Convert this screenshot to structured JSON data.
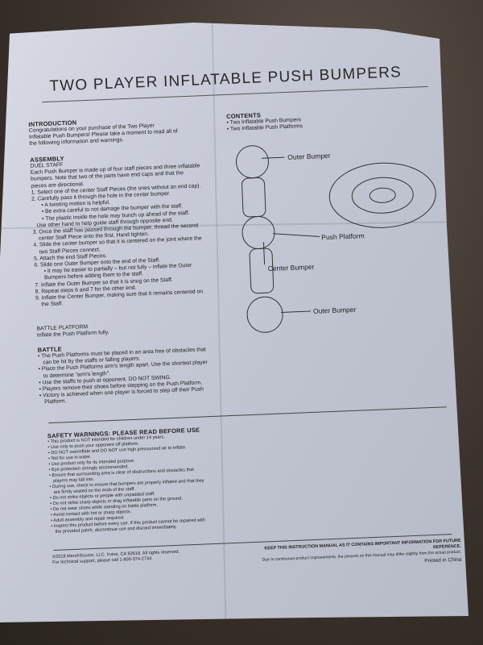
{
  "title": "TWO PLAYER INFLATABLE PUSH BUMPERS",
  "intro": {
    "heading": "INTRODUCTION",
    "lines": [
      "Congratulations on your purchase of the Two Player",
      "Inflatable Push Bumpers! Please take a moment to read all of",
      "the following information and warnings."
    ]
  },
  "contents": {
    "heading": "CONTENTS",
    "items": [
      "• Two Inflatable Push Bumpers",
      "• Two Inflatable Push Platforms"
    ]
  },
  "assembly": {
    "heading": "ASSEMBLY",
    "subheading": "DUEL STAFF",
    "lines": [
      "Each Push Bumper is made up of four staff pieces and three inflatable",
      "bumpers. Note that two of the parts have end caps and that the",
      "pieces are directional.",
      "1. Select one of the center Staff Pieces (the ones without an end cap).",
      "2. Carefully pass it through the hole in the center bumper.",
      "• A twisting motion is helpful.",
      "• Be extra careful to not damage the bumper with the staff.",
      "• The plastic inside the hole may bunch up ahead of the staff.",
      "Use other hand to help guide staff through opposite end.",
      "3. Once the staff has passed through the bumper, thread the second",
      "center Staff Piece onto the first. Hand tighten.",
      "4. Slide the center bumper so that it is centered on the joint where the",
      "two Staff Pieces connect.",
      "5. Attach the end Staff Pieces.",
      "6. Slide one Outer Bumper onto the end of the Staff.",
      "• It may be easier to partially – but not fully – inflate the Outer",
      "Bumpers before adding them to the staff.",
      "7. Inflate the Outer Bumper so that it is snug on the Staff.",
      "8. Repeat steps 6 and 7 for the other end.",
      "9. Inflate the Center Bumper, making sure that it remains centered on",
      "the Staff."
    ]
  },
  "battle_platform": {
    "heading": "BATTLE PLATFORM",
    "text": "Inflate the Push Platform fully."
  },
  "battle": {
    "heading": "BATTLE",
    "lines": [
      "• The Push Platforms must be placed in an area free of obstacles that",
      "can be hit by the staffs or falling players.",
      "• Place the Push Platforms arm's length apart. Use the shortest player",
      "to determine \"arm's length\".",
      "• Use the staffs to push at opponent. DO NOT SWING.",
      "• Players remove their shoes before stepping on the Push Platform.",
      "• Victory is achieved when one player is forced to step off their Push",
      "Platform."
    ]
  },
  "diagram": {
    "outer_bumper_top": "Outer Bumper",
    "push_platform": "Push Platform",
    "center_bumper": "Center Bumper",
    "outer_bumper_bottom": "Outer Bumper"
  },
  "safety": {
    "heading": "SAFETY WARNINGS: PLEASE READ BEFORE USE",
    "lines": [
      "• This product is NOT intended for children under 14 years.",
      "• Use only to push your opponent off platform.",
      "• DO NOT overinflate and DO NOT use high pressurized air to inflate.",
      "• Not for use in water.",
      "• Use product only for its intended purpose.",
      "• Eye protection strongly recommended.",
      "• Ensure that surrounding area is clear of obstructions and obstacles that",
      "players may fall into.",
      "• During use, check to ensure that bumpers are properly inflated and that they",
      "are firmly seated on the ends of the staff.",
      "• Do not strike objects or people with unpadded staff.",
      "• Do not strike sharp objects or drag inflatable parts on the ground.",
      "• Do not wear shoes while standing on battle platform.",
      "• Avoid contact with hot or sharp objects.",
      "• Adult assembly and repair required.",
      "• Inspect this product before every use. If this product cannot be repaired with",
      "the provided patch, discontinue use and discard immediately."
    ]
  },
  "footer": {
    "copyright": "©2018 MerchSource, LLC. Irvine, CA 92618. All rights reserved.",
    "support": "For technical support, please call 1-800-374-2744",
    "keep": "KEEP THIS INSTRUCTION MANUAL AS IT CONTAINS IMPORTANT INFORMATION FOR FUTURE REFERENCE.",
    "disclaimer": "Due to continuous product improvements, the pictures on this manual may differ slightly from the actual product.",
    "printed": "Printed in China"
  }
}
